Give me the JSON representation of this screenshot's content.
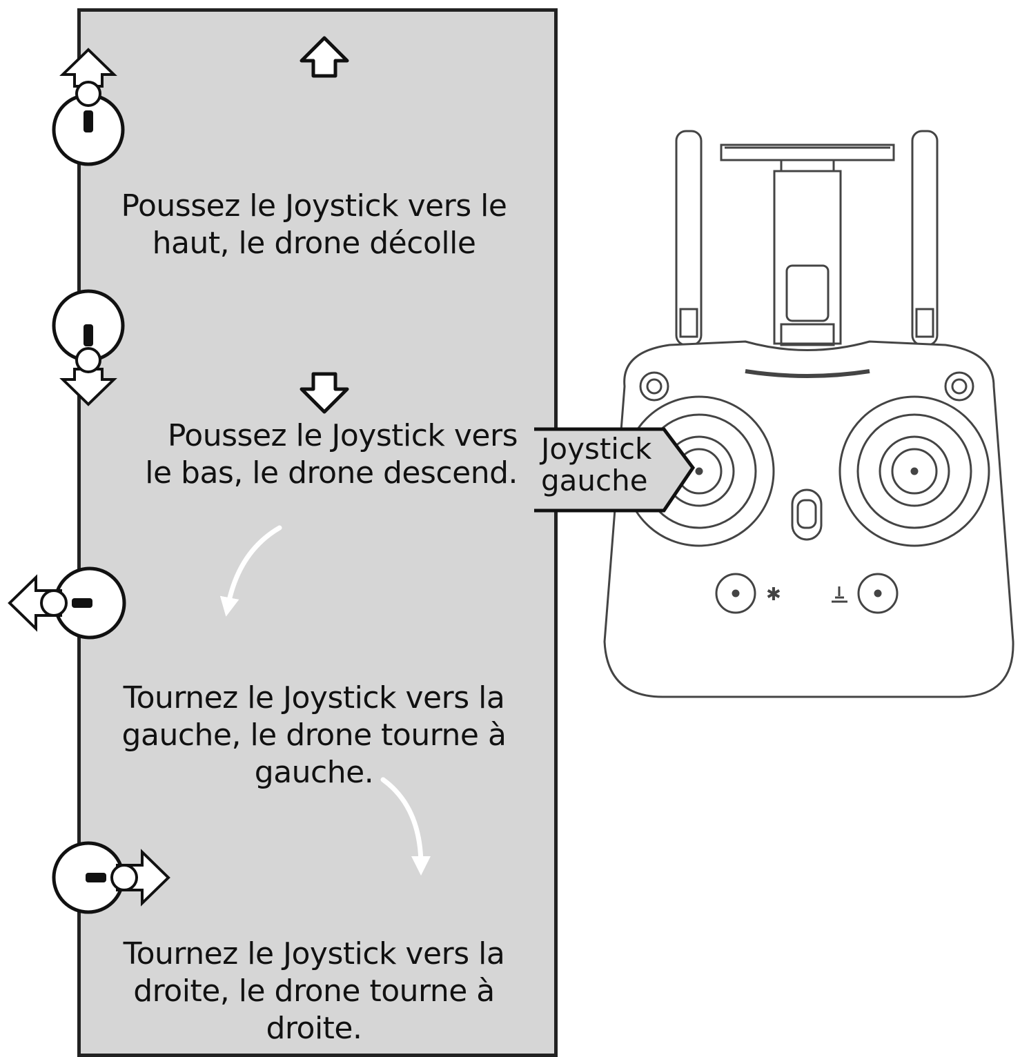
{
  "instructions": {
    "up": {
      "line1": "Poussez le Joystick vers le",
      "line2": "haut, le drone décolle"
    },
    "down": {
      "line1": "Poussez le Joystick vers",
      "line2": "le bas, le drone descend."
    },
    "left": {
      "line1": "Tournez le Joystick vers la",
      "line2": "gauche, le drone tourne à",
      "line3": "gauche."
    },
    "right": {
      "line1": "Tournez le Joystick vers la",
      "line2": "droite, le drone tourne à",
      "line3": "droite."
    }
  },
  "callout": {
    "line1": "Joystick",
    "line2": "gauche"
  },
  "colors": {
    "panel": "#d6d6d6",
    "outline": "#222222"
  },
  "icons": [
    "arrow-up-icon",
    "arrow-down-icon",
    "rotate-left-icon",
    "rotate-right-icon",
    "joystick-icon",
    "remote-controller-icon"
  ]
}
